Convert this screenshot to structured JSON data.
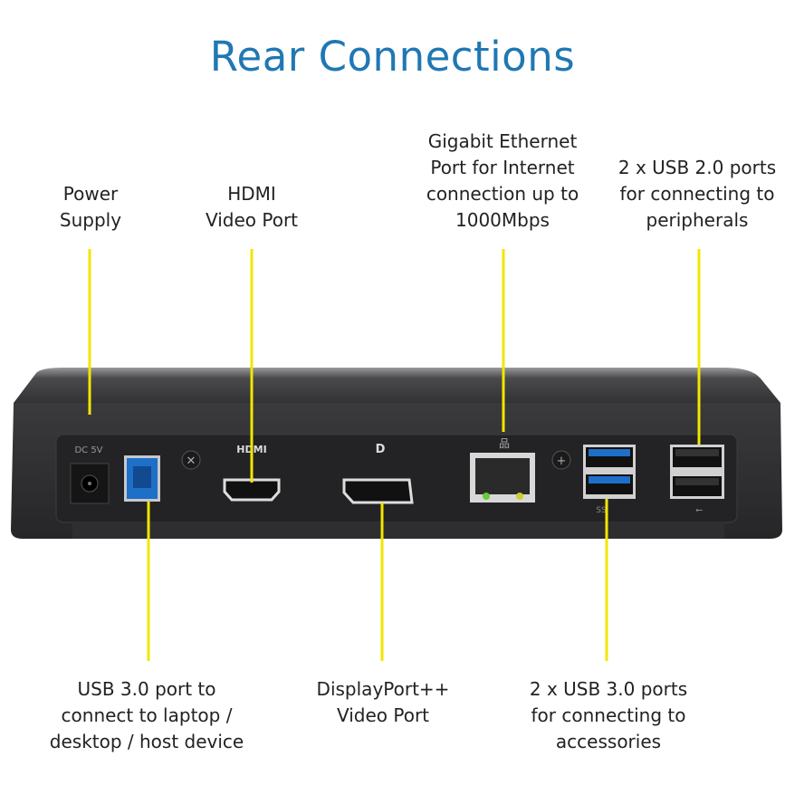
{
  "title": "Rear Connections",
  "colors": {
    "title": "#1f78b4",
    "leader_line": "#f2e600",
    "device_body": "#2b2b2d",
    "usb3_blue": "#1e6fc8"
  },
  "labels_top": [
    {
      "id": "power",
      "lines": [
        "Power",
        "Supply"
      ]
    },
    {
      "id": "hdmi",
      "lines": [
        "HDMI",
        "Video Port"
      ]
    },
    {
      "id": "ethernet",
      "lines": [
        "Gigabit Ethernet",
        "Port for Internet",
        "connection up to",
        "1000Mbps"
      ]
    },
    {
      "id": "usb2",
      "lines": [
        "2 x USB 2.0 ports",
        "for connecting to",
        "peripherals"
      ]
    }
  ],
  "labels_bottom": [
    {
      "id": "usb3-host",
      "lines": [
        "USB 3.0 port to",
        "connect to laptop /",
        "desktop / host device"
      ]
    },
    {
      "id": "displayport",
      "lines": [
        "DisplayPort++",
        "Video Port"
      ]
    },
    {
      "id": "usb3-accessories",
      "lines": [
        "2 x USB 3.0 ports",
        "for connecting to",
        "accessories"
      ]
    }
  ],
  "device_markings": {
    "dc": "DC 5V",
    "hdmi": "HDMI",
    "ss": "SS"
  }
}
